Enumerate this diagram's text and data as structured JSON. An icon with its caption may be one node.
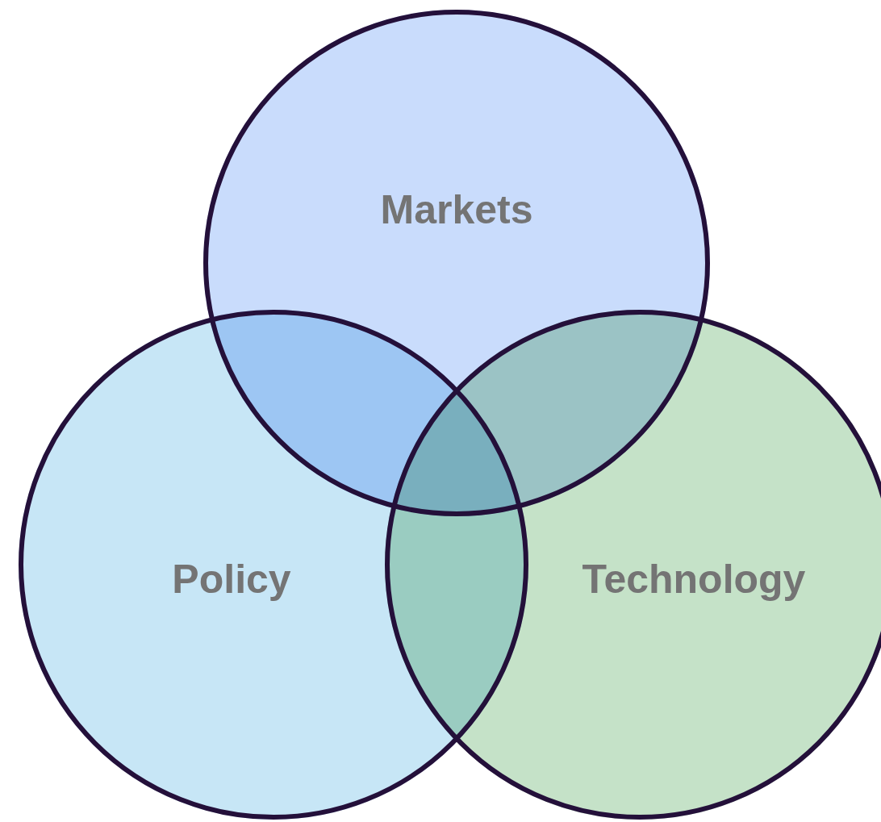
{
  "diagram": {
    "nodes": [
      {
        "text": [
          "Markets"
        ]
      },
      {
        "text": [
          "Policy"
        ]
      },
      {
        "text": [
          "Technology"
        ]
      }
    ]
  }
}
